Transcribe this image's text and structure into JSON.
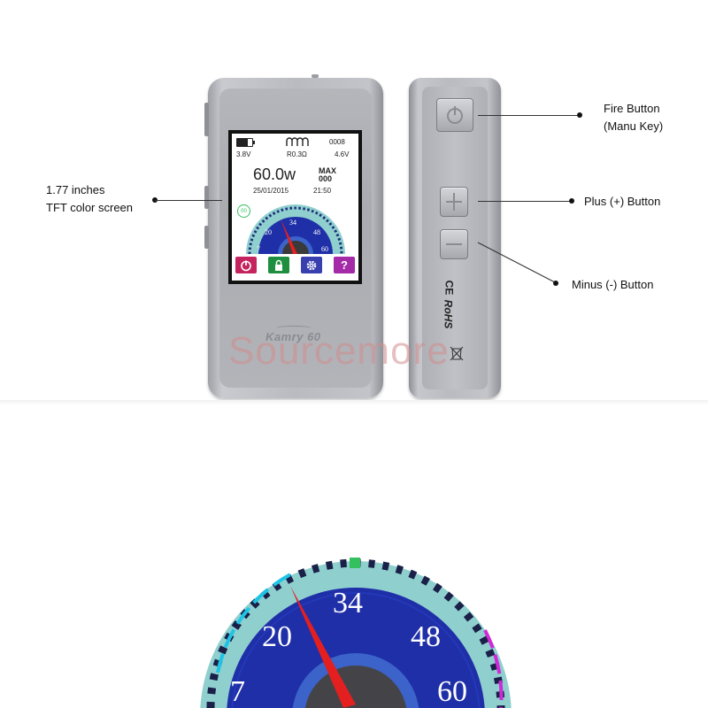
{
  "screen": {
    "coil_count": "0008",
    "battery_voltage": "3.8V",
    "resistance": "R0.3Ω",
    "output_voltage": "4.6V",
    "power": "60.0w",
    "max_label": "MAX",
    "max_value": "000",
    "date": "25/01/2015",
    "time": "21:50",
    "small_badge": "00",
    "gauge_ticks": [
      "7",
      "20",
      "34",
      "48",
      "60"
    ],
    "battery_level": 0.7,
    "icons": [
      {
        "name": "power-icon",
        "color": "#c4245e"
      },
      {
        "name": "lock-icon",
        "color": "#1e8f3e"
      },
      {
        "name": "gear-icon",
        "color": "#3a3fb0"
      },
      {
        "name": "help-icon",
        "color": "#a42aa8"
      }
    ]
  },
  "device": {
    "brand": "Kamry 60",
    "ce_mark": "CE",
    "rohs_mark": "RoHS"
  },
  "callouts": {
    "screen_line1": "1.77 inches",
    "screen_line2": "TFT color screen",
    "fire_line1": "Fire Button",
    "fire_line2": "(Manu Key)",
    "plus": "Plus (+) Button",
    "minus": "Minus (-) Button"
  },
  "watermark": "Sourcemore",
  "gauge_zoom": {
    "ticks": [
      "7",
      "20",
      "34",
      "48",
      "60"
    ]
  },
  "colors": {
    "gauge_outer": "#8fd0cf",
    "gauge_inner": "#1f2fa8",
    "needle": "#e41f1f",
    "accent_cyan": "#1ec4e6",
    "accent_magenta": "#d02ad6",
    "indicator_green": "#35c060"
  }
}
